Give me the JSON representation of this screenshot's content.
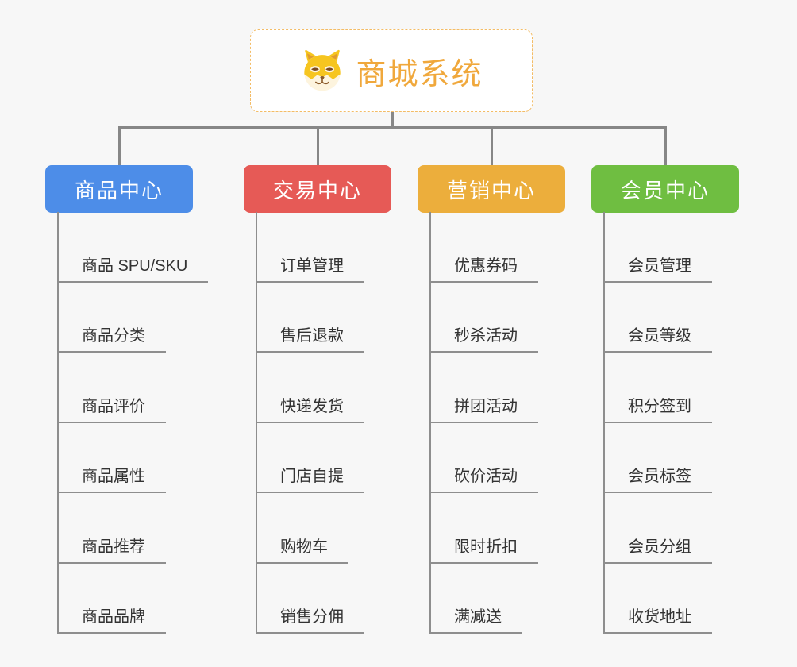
{
  "root": {
    "title": "商城系统",
    "icon": "dog-face-icon"
  },
  "branches": [
    {
      "label": "商品中心",
      "color": "#4d8de8",
      "children": [
        "商品 SPU/SKU",
        "商品分类",
        "商品评价",
        "商品属性",
        "商品推荐",
        "商品品牌"
      ]
    },
    {
      "label": "交易中心",
      "color": "#e65a56",
      "children": [
        "订单管理",
        "售后退款",
        "快递发货",
        "门店自提",
        "购物车",
        "销售分佣"
      ]
    },
    {
      "label": "营销中心",
      "color": "#ecae3c",
      "children": [
        "优惠券码",
        "秒杀活动",
        "拼团活动",
        "砍价活动",
        "限时折扣",
        "满减送"
      ]
    },
    {
      "label": "会员中心",
      "color": "#6fbe41",
      "children": [
        "会员管理",
        "会员等级",
        "积分签到",
        "会员标签",
        "会员分组",
        "收货地址"
      ]
    }
  ],
  "layout_colors": {
    "background": "#f7f7f7",
    "connector": "#878787",
    "leaf_line": "#8e8e8e",
    "leaf_text": "#333333",
    "root_border": "#f3bc66",
    "root_text": "#f0a83c"
  }
}
